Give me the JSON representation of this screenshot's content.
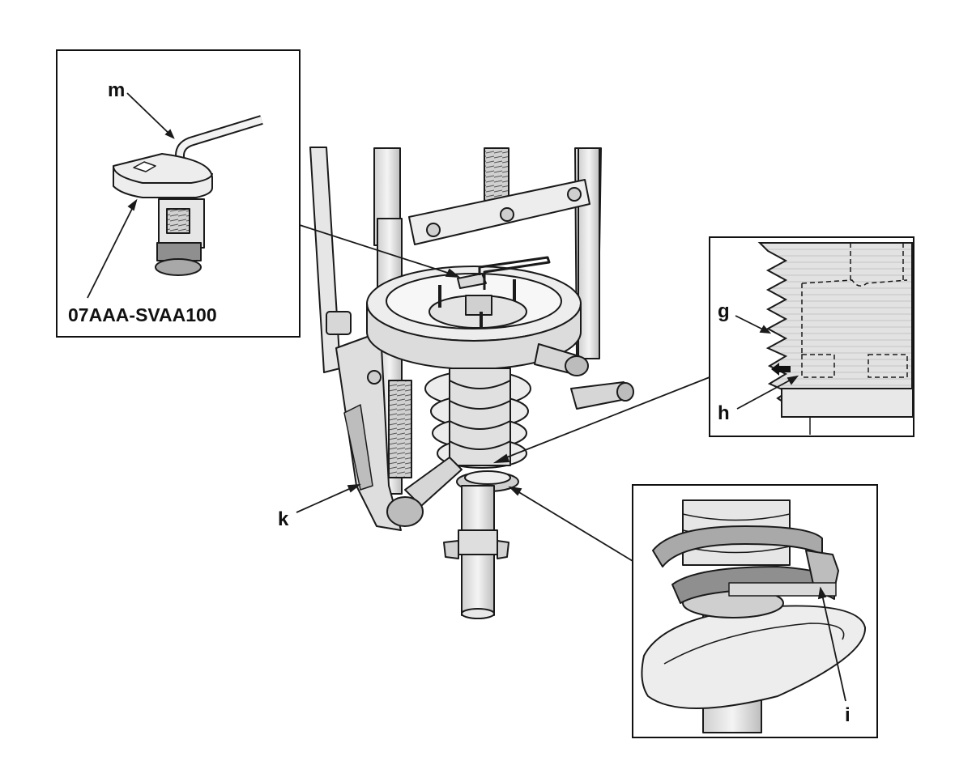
{
  "labels": {
    "m": "m",
    "part_number": "07AAA-SVAA100",
    "g": "g",
    "h": "h",
    "k": "k",
    "i": "i"
  },
  "colors": {
    "line": "#1a1a1a",
    "metal": "#d9d9d9",
    "metal_dark": "#9a9a9a",
    "shade": "#bdbdbd",
    "background": "#ffffff"
  },
  "icons": [
    "allen-key-icon",
    "socket-holder-icon",
    "arrow-left-icon"
  ]
}
